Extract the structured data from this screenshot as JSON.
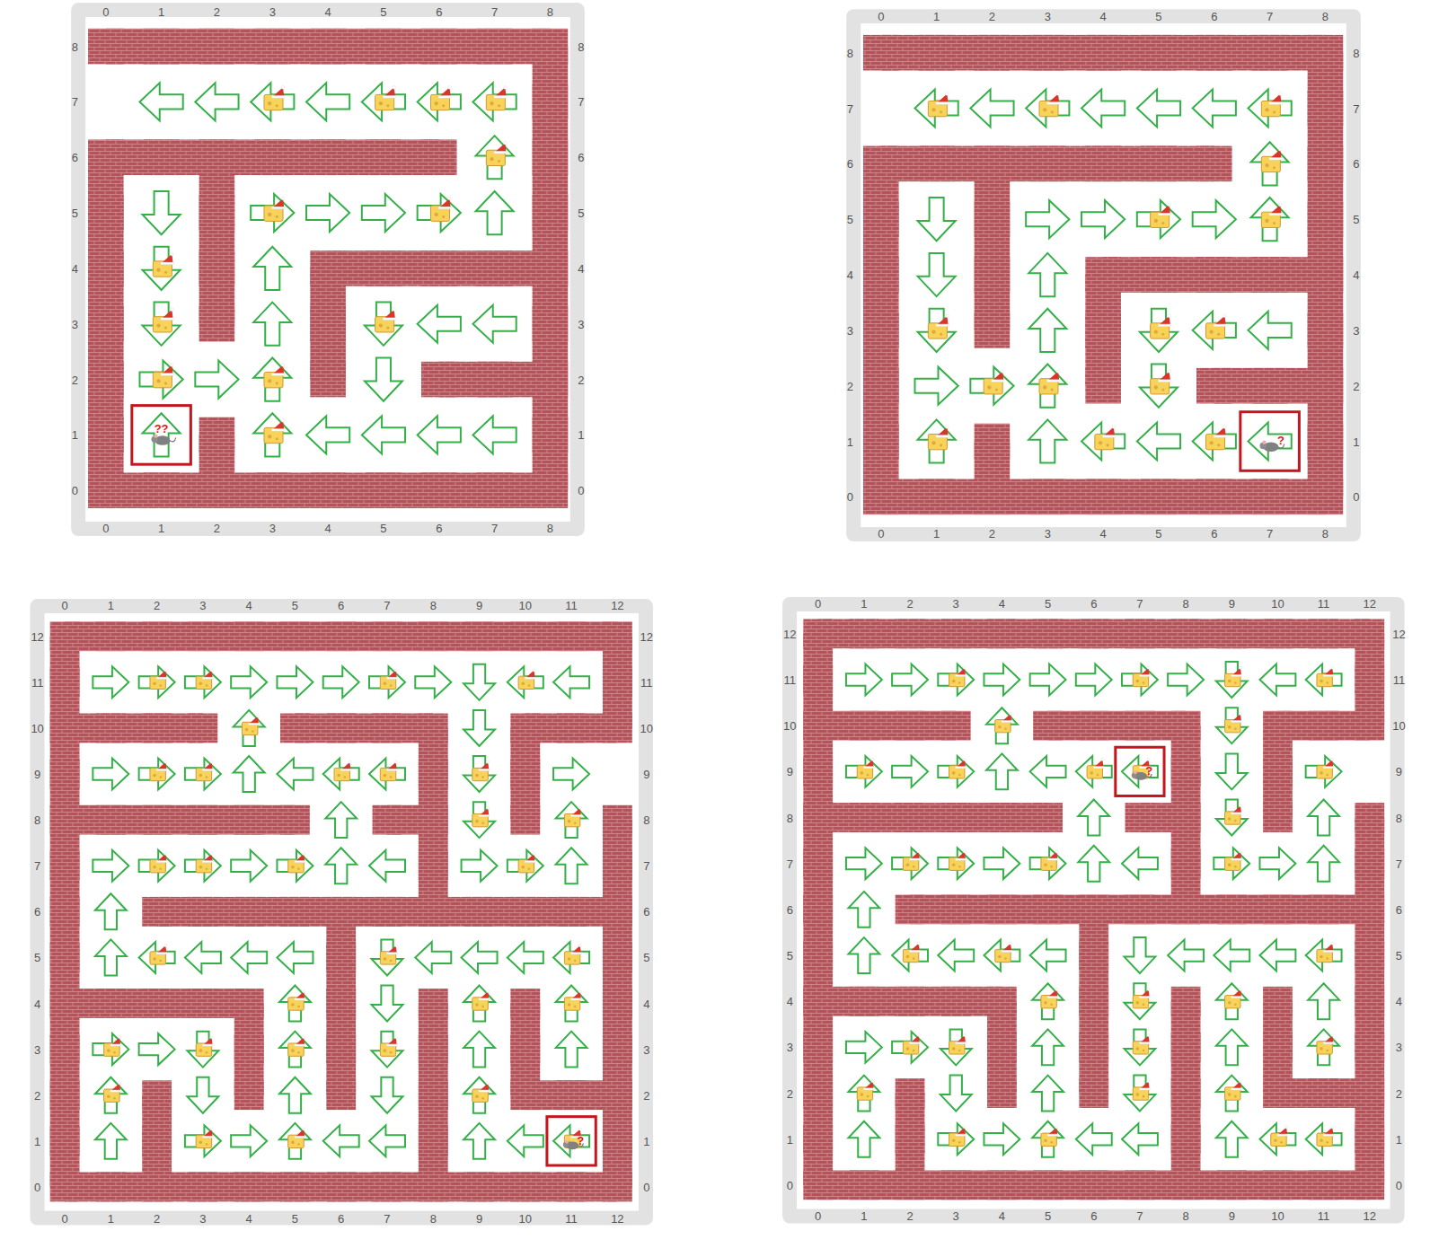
{
  "diagram": {
    "labels": [
      "0",
      "1",
      "2",
      "3",
      "4",
      "5",
      "6",
      "7",
      "8",
      "0",
      "1",
      "2",
      "3",
      "4",
      "5",
      "6",
      "7",
      "8",
      "0",
      "1",
      "2",
      "3",
      "4",
      "5",
      "6",
      "7",
      "8",
      "0",
      "1",
      "2",
      "3",
      "4",
      "5",
      "6",
      "7",
      "8",
      "0",
      "1",
      "2",
      "3",
      "4",
      "5",
      "6",
      "7",
      "8",
      "0",
      "1",
      "2",
      "3",
      "4",
      "5",
      "6",
      "7",
      "8",
      "0",
      "1",
      "2",
      "3",
      "4",
      "5",
      "6",
      "7",
      "8",
      "0",
      "1",
      "2",
      "3",
      "4",
      "5",
      "6",
      "7",
      "8",
      "0",
      "1",
      "2",
      "3",
      "4",
      "5",
      "6",
      "7",
      "8",
      "9",
      "10",
      "11",
      "12",
      "0",
      "1",
      "2",
      "3",
      "4",
      "5",
      "6",
      "7",
      "8",
      "9",
      "10",
      "11",
      "12",
      "0",
      "1",
      "2",
      "3",
      "4",
      "5",
      "6",
      "7",
      "8",
      "9",
      "10",
      "11",
      "12",
      "0",
      "1",
      "2",
      "3",
      "4",
      "5",
      "6",
      "7",
      "8",
      "9",
      "10",
      "11",
      "12",
      "0",
      "1",
      "2",
      "3",
      "4",
      "5",
      "6",
      "7",
      "8",
      "9",
      "10",
      "11",
      "12",
      "0",
      "1",
      "2",
      "3",
      "4",
      "5",
      "6",
      "7",
      "8",
      "9",
      "10",
      "11",
      "12",
      "0",
      "1",
      "2",
      "3",
      "4",
      "5",
      "6",
      "7",
      "8",
      "9",
      "10",
      "11",
      "12",
      "0",
      "1",
      "2",
      "3",
      "4",
      "5",
      "6",
      "7",
      "8",
      "9",
      "10",
      "11",
      "12",
      "??",
      "?",
      "?",
      "?"
    ]
  }
}
